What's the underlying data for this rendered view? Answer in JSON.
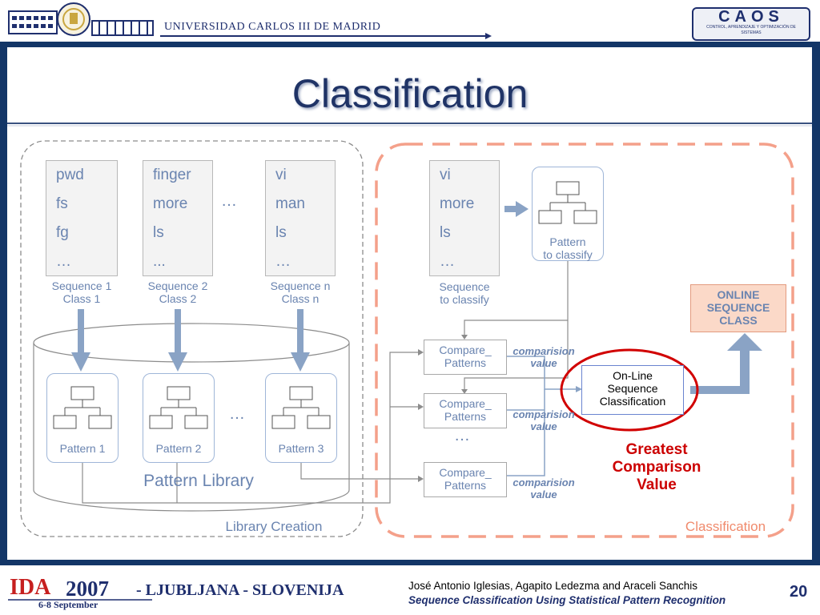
{
  "header": {
    "university": "UNIVERSIDAD CARLOS III DE MADRID",
    "logo_text": "CAOS",
    "logo_sub": "CONTROL, APRENDIZAJE Y OPTIMIZACIÓN DE SISTEMAS"
  },
  "slide": {
    "title": "Classification"
  },
  "library": {
    "sequences": [
      {
        "items": [
          "pwd",
          "fs",
          "fg",
          "…"
        ],
        "label": "Sequence 1\nClass 1"
      },
      {
        "items": [
          "finger",
          "more",
          "ls",
          "..."
        ],
        "label": "Sequence 2\nClass 2"
      },
      {
        "items": [
          "vi",
          "man",
          "ls",
          "…"
        ],
        "label": "Sequence n\nClass n"
      }
    ],
    "seq_ellipsis": "…",
    "patterns": [
      "Pattern 1",
      "Pattern 2",
      "Pattern 3"
    ],
    "pattern_ellipsis": "…",
    "library_label": "Pattern Library",
    "section_label": "Library Creation"
  },
  "classification": {
    "sequence": {
      "items": [
        "vi",
        "more",
        "ls",
        "…"
      ],
      "label": "Sequence\nto classify"
    },
    "pattern_label": "Pattern\nto classify",
    "compare_label": "Compare_\nPatterns",
    "compare_ellipsis": "…",
    "comparison_value": "comparision\nvalue",
    "online_label": "On-Line\nSequence\nClassification",
    "result_label": "ONLINE\nSEQUENCE\nCLASS",
    "greatest_label": "Greatest\nComparison\nValue",
    "section_label": "Classification"
  },
  "footer": {
    "conf": "IDA",
    "year": "2007",
    "place": "- LJUBLJANA - SLOVENIJA",
    "dates": "6-8 September",
    "authors": "José Antonio Iglesias, Agapito Ledezma and Araceli Sanchis",
    "paper": "Sequence Classification Using Statistical Pattern Recognition",
    "page": "20"
  },
  "colors": {
    "frame": "#133667",
    "title": "#1f3366",
    "accent_red": "#cc0000",
    "dashed_orange": "#f4a08a",
    "label_blue": "#6a84b0",
    "result_fill": "#fbd9c8"
  }
}
